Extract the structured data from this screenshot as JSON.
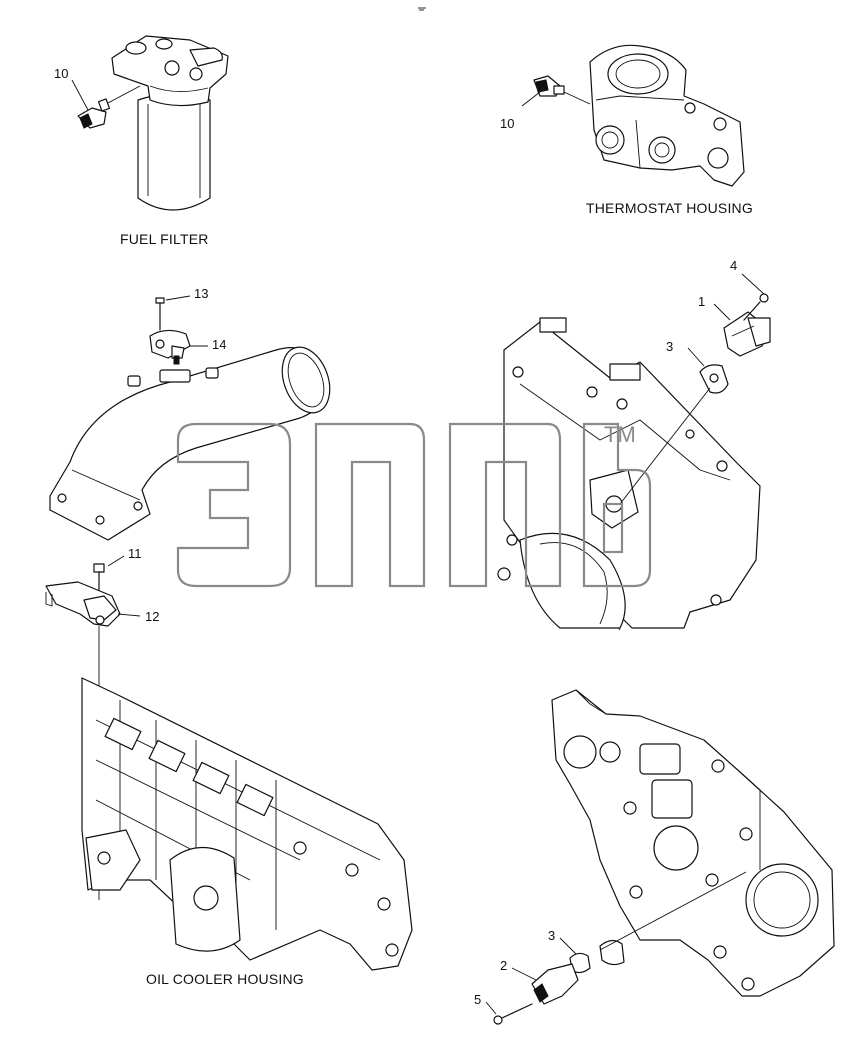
{
  "captions": {
    "fuel_filter": "FUEL FILTER",
    "thermostat_housing": "THERMOSTAT HOUSING",
    "oil_cooler_housing": "OIL COOLER HOUSING"
  },
  "callouts": {
    "fuel_filter_sensor": "10",
    "thermostat_sensor": "10",
    "bolt_13": "13",
    "sensor_14": "14",
    "bolt_11": "11",
    "sensor_12": "12",
    "bolt_4": "4",
    "sensor_1": "1",
    "gasket_3_upper": "3",
    "gasket_3_lower": "3",
    "sensor_2": "2",
    "bolt_5": "5"
  },
  "watermark": {
    "trademark": "TM"
  }
}
